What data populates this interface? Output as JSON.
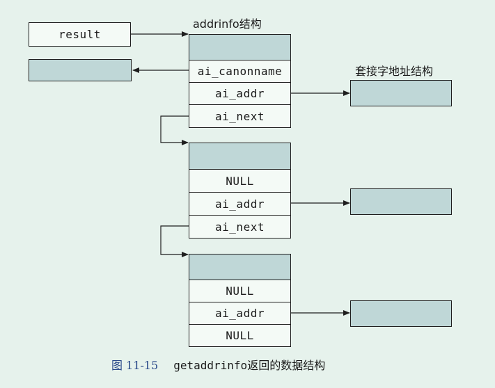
{
  "result_label": "result",
  "struct_title": "addrinfo结构",
  "socket_title": "套接字地址结构",
  "block1": [
    "ai_canonname",
    "ai_addr",
    "ai_next"
  ],
  "block2": [
    "NULL",
    "ai_addr",
    "ai_next"
  ],
  "block3": [
    "NULL",
    "ai_addr",
    "NULL"
  ],
  "caption": {
    "figure": "图 11-15",
    "function": "getaddrinfo",
    "text": "返回的数据结构"
  }
}
